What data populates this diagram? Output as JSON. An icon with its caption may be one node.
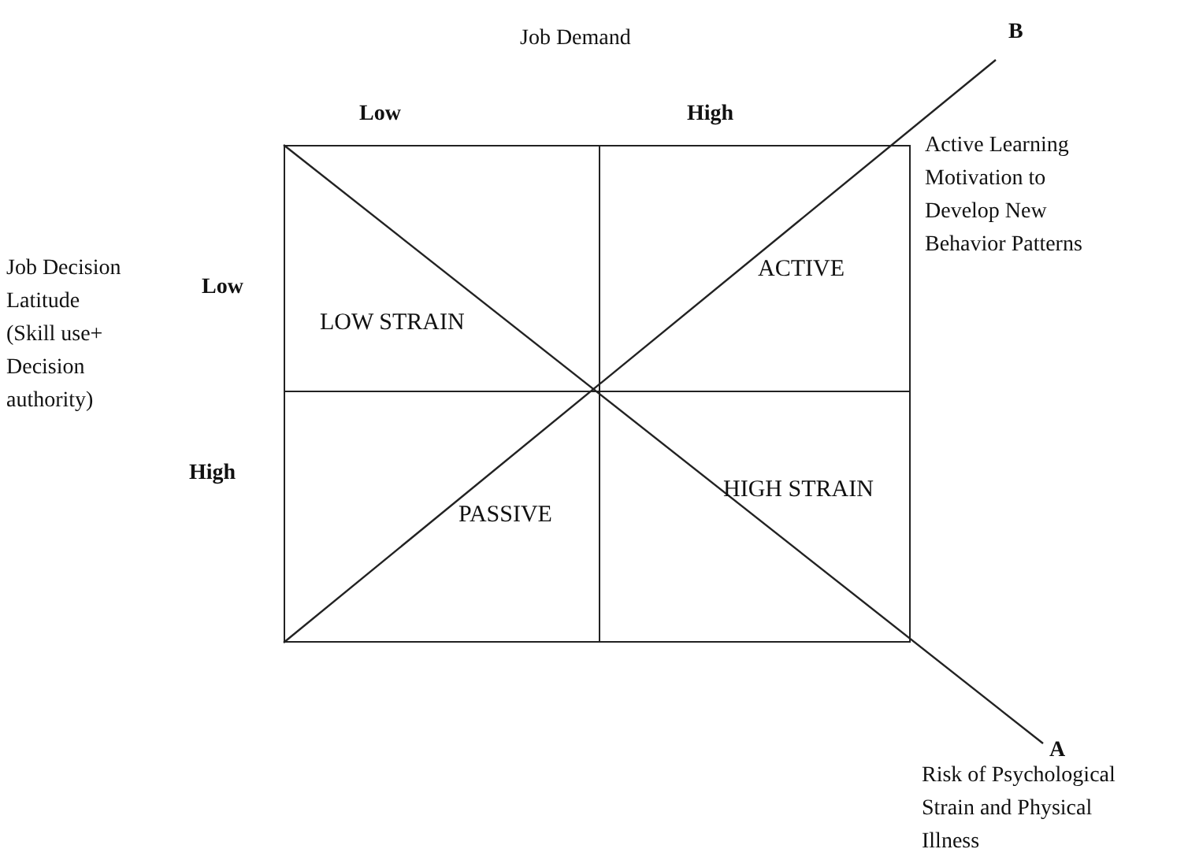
{
  "diagram": {
    "nodes": [
      {
        "text": [
          "LOW STRAIN"
        ]
      },
      {
        "text": [
          "ACTIVE"
        ]
      },
      {
        "text": [
          "PASSIVE"
        ]
      },
      {
        "text": [
          "HIGH STRAIN"
        ]
      }
    ],
    "labels": [
      "Job Demand",
      "B",
      "Low",
      "High",
      "Active Learning Motivation to Develop New Behavior Patterns",
      "Low",
      "Job Decision Latitude (Skill use+ Decision authority)",
      "High",
      "A",
      "Risk of Psychological Strain and Physical Illness"
    ]
  }
}
